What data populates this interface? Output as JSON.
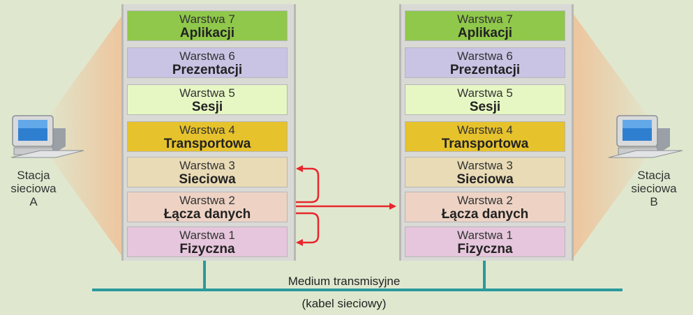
{
  "stackA": {
    "layers": [
      {
        "num": "Warstwa 7",
        "name": "Aplikacji",
        "color": "#8fc84a"
      },
      {
        "num": "Warstwa 6",
        "name": "Prezentacji",
        "color": "#c9c3e4"
      },
      {
        "num": "Warstwa 5",
        "name": "Sesji",
        "color": "#e7f7c4"
      },
      {
        "num": "Warstwa 4",
        "name": "Transportowa",
        "color": "#e6c22c"
      },
      {
        "num": "Warstwa 3",
        "name": "Sieciowa",
        "color": "#e9dbb6"
      },
      {
        "num": "Warstwa 2",
        "name": "Łącza danych",
        "color": "#eed3c4"
      },
      {
        "num": "Warstwa 1",
        "name": "Fizyczna",
        "color": "#e6c6dc"
      }
    ]
  },
  "stackB": {
    "layers": [
      {
        "num": "Warstwa 7",
        "name": "Aplikacji",
        "color": "#8fc84a"
      },
      {
        "num": "Warstwa 6",
        "name": "Prezentacji",
        "color": "#c9c3e4"
      },
      {
        "num": "Warstwa 5",
        "name": "Sesji",
        "color": "#e7f7c4"
      },
      {
        "num": "Warstwa 4",
        "name": "Transportowa",
        "color": "#e6c22c"
      },
      {
        "num": "Warstwa 3",
        "name": "Sieciowa",
        "color": "#e9dbb6"
      },
      {
        "num": "Warstwa 2",
        "name": "Łącza danych",
        "color": "#eed3c4"
      },
      {
        "num": "Warstwa 1",
        "name": "Fizyczna",
        "color": "#e6c6dc"
      }
    ]
  },
  "stationA": {
    "line1": "Stacja",
    "line2": "sieciowa",
    "line3": "A"
  },
  "stationB": {
    "line1": "Stacja",
    "line2": "sieciowa",
    "line3": "B"
  },
  "medium": {
    "label": "Medium transmisyjne",
    "sublabel": "(kabel sieciowy)"
  },
  "colors": {
    "background": "#dfe8cf",
    "cable": "#2a9a9e",
    "arrow": "#e8262c",
    "fan": "#efc9a2"
  },
  "icons": {
    "computer": "computer-icon"
  }
}
